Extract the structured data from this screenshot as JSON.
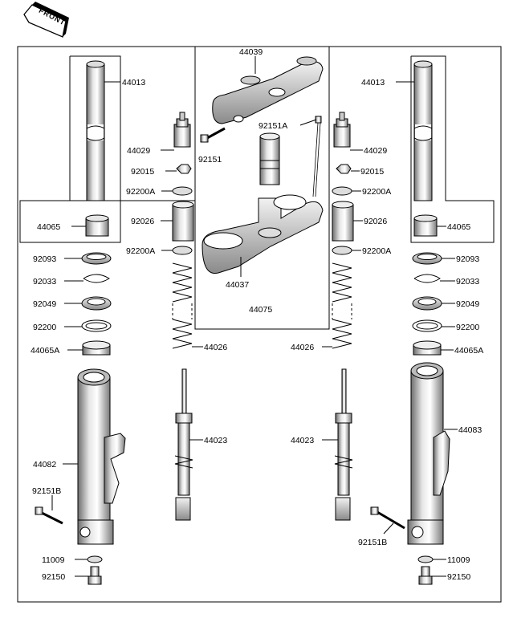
{
  "logo": {
    "text": "FRONT"
  },
  "labels": {
    "p44039": "44039",
    "p44013_l": "44013",
    "p44013_r": "44013",
    "p92151a": "92151A",
    "p92151": "92151",
    "p44029_l": "44029",
    "p44029_r": "44029",
    "p92015_l": "92015",
    "p92015_r": "92015",
    "p92200a_l1": "92200A",
    "p92200a_r1": "92200A",
    "p92026_l": "92026",
    "p92026_r": "92026",
    "p44065_l": "44065",
    "p44065_r": "44065",
    "p92200a_l2": "92200A",
    "p92200a_r2": "92200A",
    "p92093_l": "92093",
    "p92093_r": "92093",
    "p92033_l": "92033",
    "p92033_r": "92033",
    "p44037": "44037",
    "p92049_l": "92049",
    "p92049_r": "92049",
    "p44075": "44075",
    "p92200_l": "92200",
    "p92200_r": "92200",
    "p44065a_l": "44065A",
    "p44065a_r": "44065A",
    "p44026_l": "44026",
    "p44026_r": "44026",
    "p44083": "44083",
    "p44023_l": "44023",
    "p44023_r": "44023",
    "p44082": "44082",
    "p92151b_l": "92151B",
    "p92151b_r": "92151B",
    "p11009_l": "11009",
    "p11009_r": "11009",
    "p92150_l": "92150",
    "p92150_r": "92150"
  }
}
